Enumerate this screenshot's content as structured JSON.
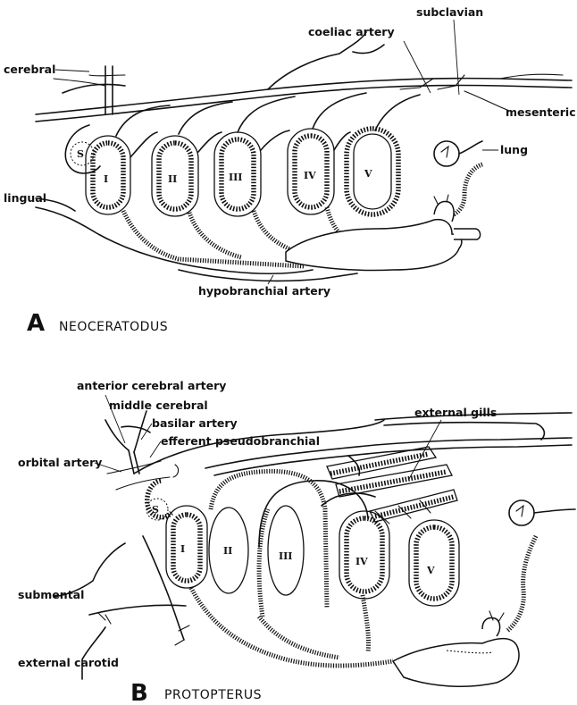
{
  "panel_a": {
    "letter": "A",
    "name": "NEOCERATODUS",
    "labels": {
      "cerebral": "cerebral",
      "coeliac": "coeliac artery",
      "subclavian": "subclavian",
      "mesenteric": "mesenteric",
      "lung": "lung",
      "lingual": "lingual",
      "hypobranchial": "hypobranchial artery",
      "spiracle": "S"
    },
    "arches": [
      "I",
      "II",
      "III",
      "IV",
      "V"
    ]
  },
  "panel_b": {
    "letter": "B",
    "name": "PROTOPTERUS",
    "labels": {
      "anterior_cerebral": "anterior cerebral artery",
      "middle_cerebral": "middle cerebral",
      "basilar": "basilar artery",
      "efferent_pseudobranchial": "efferent pseudobranchial",
      "orbital": "orbital artery",
      "external_gills": "external gills",
      "submental": "submental",
      "external_carotid": "external carotid",
      "spiracle": "S"
    },
    "arches": [
      "I",
      "II",
      "III",
      "IV",
      "V"
    ]
  },
  "colors": {
    "ink": "#111111",
    "paper": "#ffffff"
  }
}
